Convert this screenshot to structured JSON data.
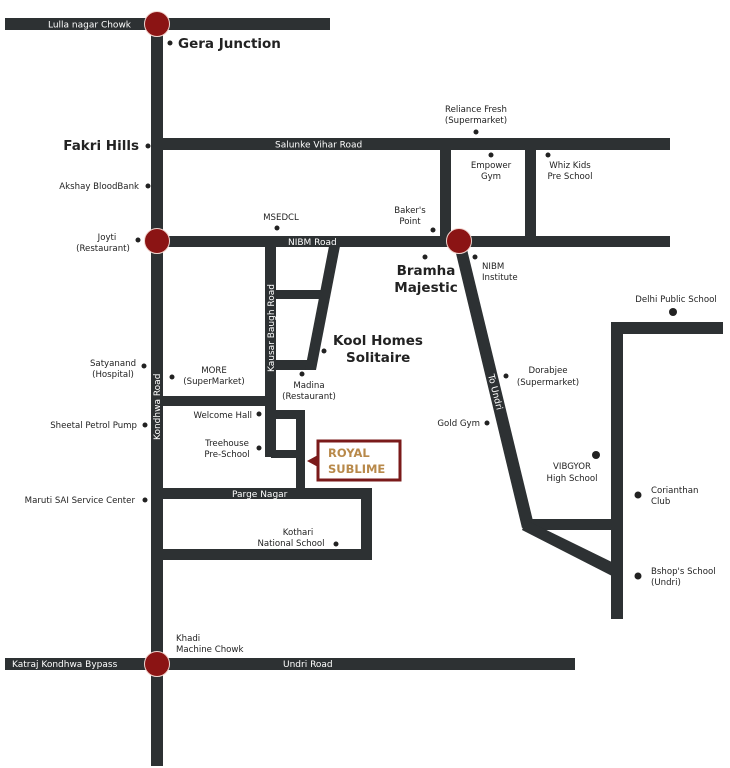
{
  "roads": {
    "top": "Lulla nagar Chowk",
    "salunke": "Salunke Vihar Road",
    "nibm": "NIBM Road",
    "kausar": "Kausar Baugh Road",
    "kondhwa": "Kondhwa Road",
    "parge": "Parge Nagar",
    "undri_dir": "To Undri",
    "bypass": "Katraj Kondhwa Bypass",
    "undri": "Undri Road"
  },
  "places": {
    "gera": "Gera Junction",
    "fakri": "Fakri Hills",
    "akshay": "Akshay BloodBank",
    "joyti": [
      "Joyti",
      "(Restaurant)"
    ],
    "msedcl": "MSEDCL",
    "reliance": [
      "Reliance Fresh",
      "(Supermarket)"
    ],
    "empower": [
      "Empower",
      "Gym"
    ],
    "whiz": [
      "Whiz Kids",
      "Pre School"
    ],
    "bakers": [
      "Baker's",
      "Point"
    ],
    "bramha": [
      "Bramha",
      "Majestic"
    ],
    "nibm_inst": [
      "NIBM",
      "Institute"
    ],
    "delhi": "Delhi Public School",
    "kool": [
      "Kool Homes",
      "Solitaire"
    ],
    "satyanand": [
      "Satyanand",
      "(Hospital)"
    ],
    "more": [
      "MORE",
      "(SuperMarket)"
    ],
    "madina": [
      "Madina",
      "(Restaurant)"
    ],
    "dorabjee": [
      "Dorabjee",
      "(Supermarket)"
    ],
    "welcome": "Welcome Hall",
    "sheetal": "Sheetal Petrol Pump",
    "gold": "Gold Gym",
    "treehouse": [
      "Treehouse",
      "Pre-School"
    ],
    "vibgyor": [
      "VIBGYOR",
      "High School"
    ],
    "maruti": "Maruti SAI Service Center",
    "corianthan": [
      "Corianthan",
      "Club"
    ],
    "kothari": [
      "Kothari",
      "National School"
    ],
    "bshop": [
      "Bshop's School",
      "(Undri)"
    ],
    "khadi": [
      "Khadi",
      "Machine Chowk"
    ]
  },
  "project": [
    "ROYAL",
    "SUBLIME"
  ],
  "colors": {
    "road": "#2d3133",
    "junction": "#8b1414",
    "project_border": "#7a1a1a",
    "project_text": "#b8894a"
  }
}
